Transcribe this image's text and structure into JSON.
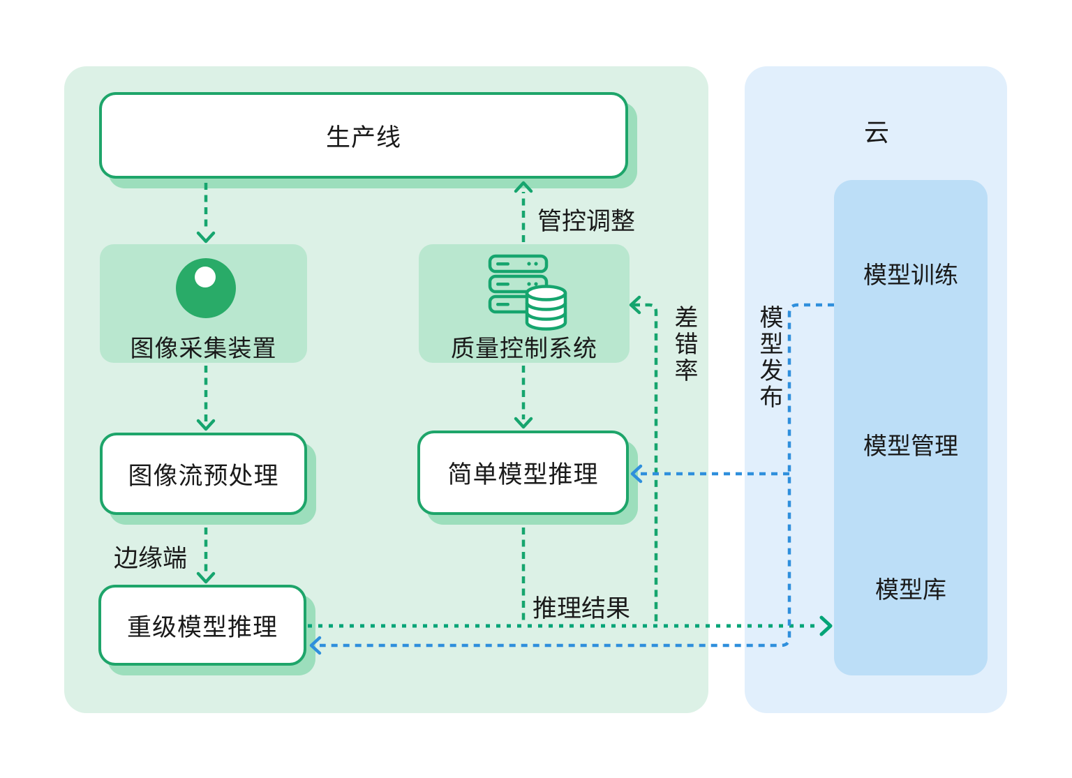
{
  "edge": {
    "nodes": {
      "production_line": "生产线",
      "image_capture": "图像采集装置",
      "quality_control": "质量控制系统",
      "image_preprocess": "图像流预处理",
      "simple_inference": "简单模型推理",
      "heavy_inference": "重级模型推理"
    },
    "labels": {
      "control_adjust": "管控调整",
      "error_rate": "差错率",
      "edge_side": "边缘端",
      "inference_result": "推理结果"
    }
  },
  "cloud": {
    "title": "云",
    "modules": {
      "training": "模型训练",
      "management": "模型管理",
      "repository": "模型库"
    },
    "labels": {
      "model_publish": "模型发布"
    }
  },
  "icons": {
    "image_capture": "camera-lens-icon",
    "quality_control": "server-stack-database-icon"
  },
  "colors": {
    "accent_green": "#1ea56a",
    "arrow_green": "#16a56e",
    "arrow_green_dotted": "#04a477",
    "accent_blue": "#2f8fdc",
    "edge_panel_green": "#dcf1e6",
    "edge_box_green": "#b9e7cf",
    "shadow_green": "#9cdebc",
    "cloud_panel_blue": "#e1effc",
    "cloud_inner_blue": "#bcdef7",
    "icon_fill_green": "#29ab68",
    "text": "#1a1a1a"
  }
}
